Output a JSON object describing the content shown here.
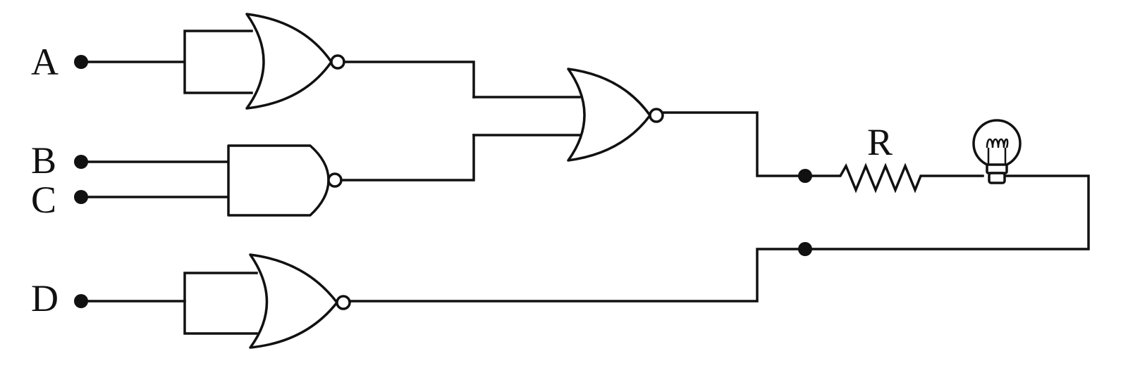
{
  "labels": {
    "a": "A",
    "b": "B",
    "c": "C",
    "d": "D",
    "resistor": "R"
  },
  "components": {
    "gate_1": "nor-gate",
    "gate_2": "nand-gate",
    "gate_3": "nor-gate",
    "gate_4": "nor-gate",
    "resistor": "resistor",
    "lamp": "light-bulb"
  },
  "colors": {
    "stroke": "#111111",
    "background": "#ffffff"
  }
}
